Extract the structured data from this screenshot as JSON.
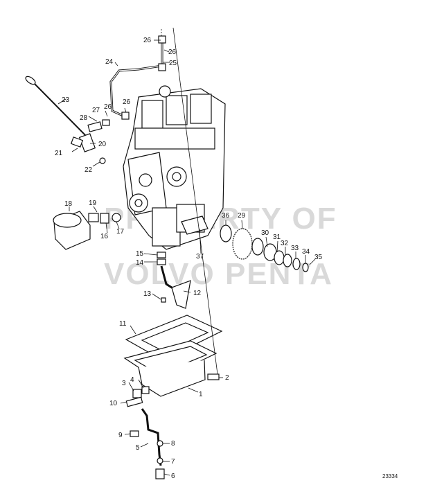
{
  "watermark": {
    "line1": "PROPERTY OF",
    "line2": "VOLVO PENTA"
  },
  "drawing_number": "23334",
  "callouts": {
    "c1": "1",
    "c2": "2",
    "c3": "3",
    "c4": "4",
    "c5": "5",
    "c6": "6",
    "c7": "7",
    "c8": "8",
    "c9": "9",
    "c10": "10",
    "c11": "11",
    "c12": "12",
    "c13": "13",
    "c14": "14",
    "c15": "15",
    "c16": "16",
    "c17": "17",
    "c18": "18",
    "c19": "19",
    "c20": "20",
    "c21": "21",
    "c22": "22",
    "c23": "23",
    "c24": "24",
    "c25": "25",
    "c26a": "26",
    "c26b": "26",
    "c26c": "26",
    "c26d": "26",
    "c27": "27",
    "c28": "28",
    "c29": "29",
    "c30": "30",
    "c31": "31",
    "c32": "32",
    "c33": "33",
    "c34": "34",
    "c35": "35",
    "c36": "36",
    "c37": "37"
  }
}
